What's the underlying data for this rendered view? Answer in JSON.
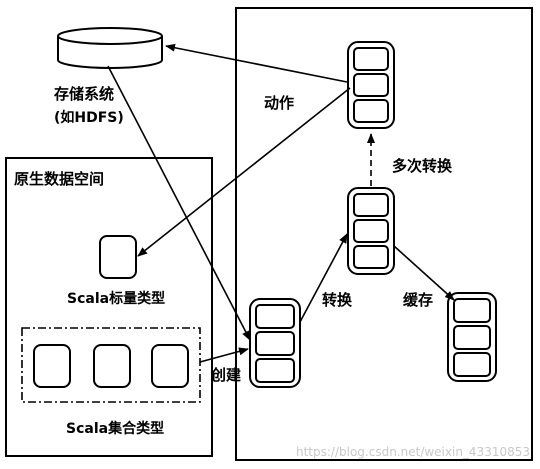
{
  "colors": {
    "line": "#000000",
    "fill": "#ffffff",
    "watermark": "#c8c8c8"
  },
  "diagram": {
    "storage": {
      "line1": "存储系统",
      "line2": "(如HDFS)"
    },
    "native_space": {
      "title": "原生数据空间",
      "scalar_label": "Scala标量类型",
      "collection_label": "Scala集合类型"
    },
    "edges": {
      "action": "动作",
      "multi_transform": "多次转换",
      "transform": "转换",
      "cache": "缓存",
      "create": "创建"
    },
    "watermark": "https://blog.csdn.net/weixin_43310853"
  }
}
